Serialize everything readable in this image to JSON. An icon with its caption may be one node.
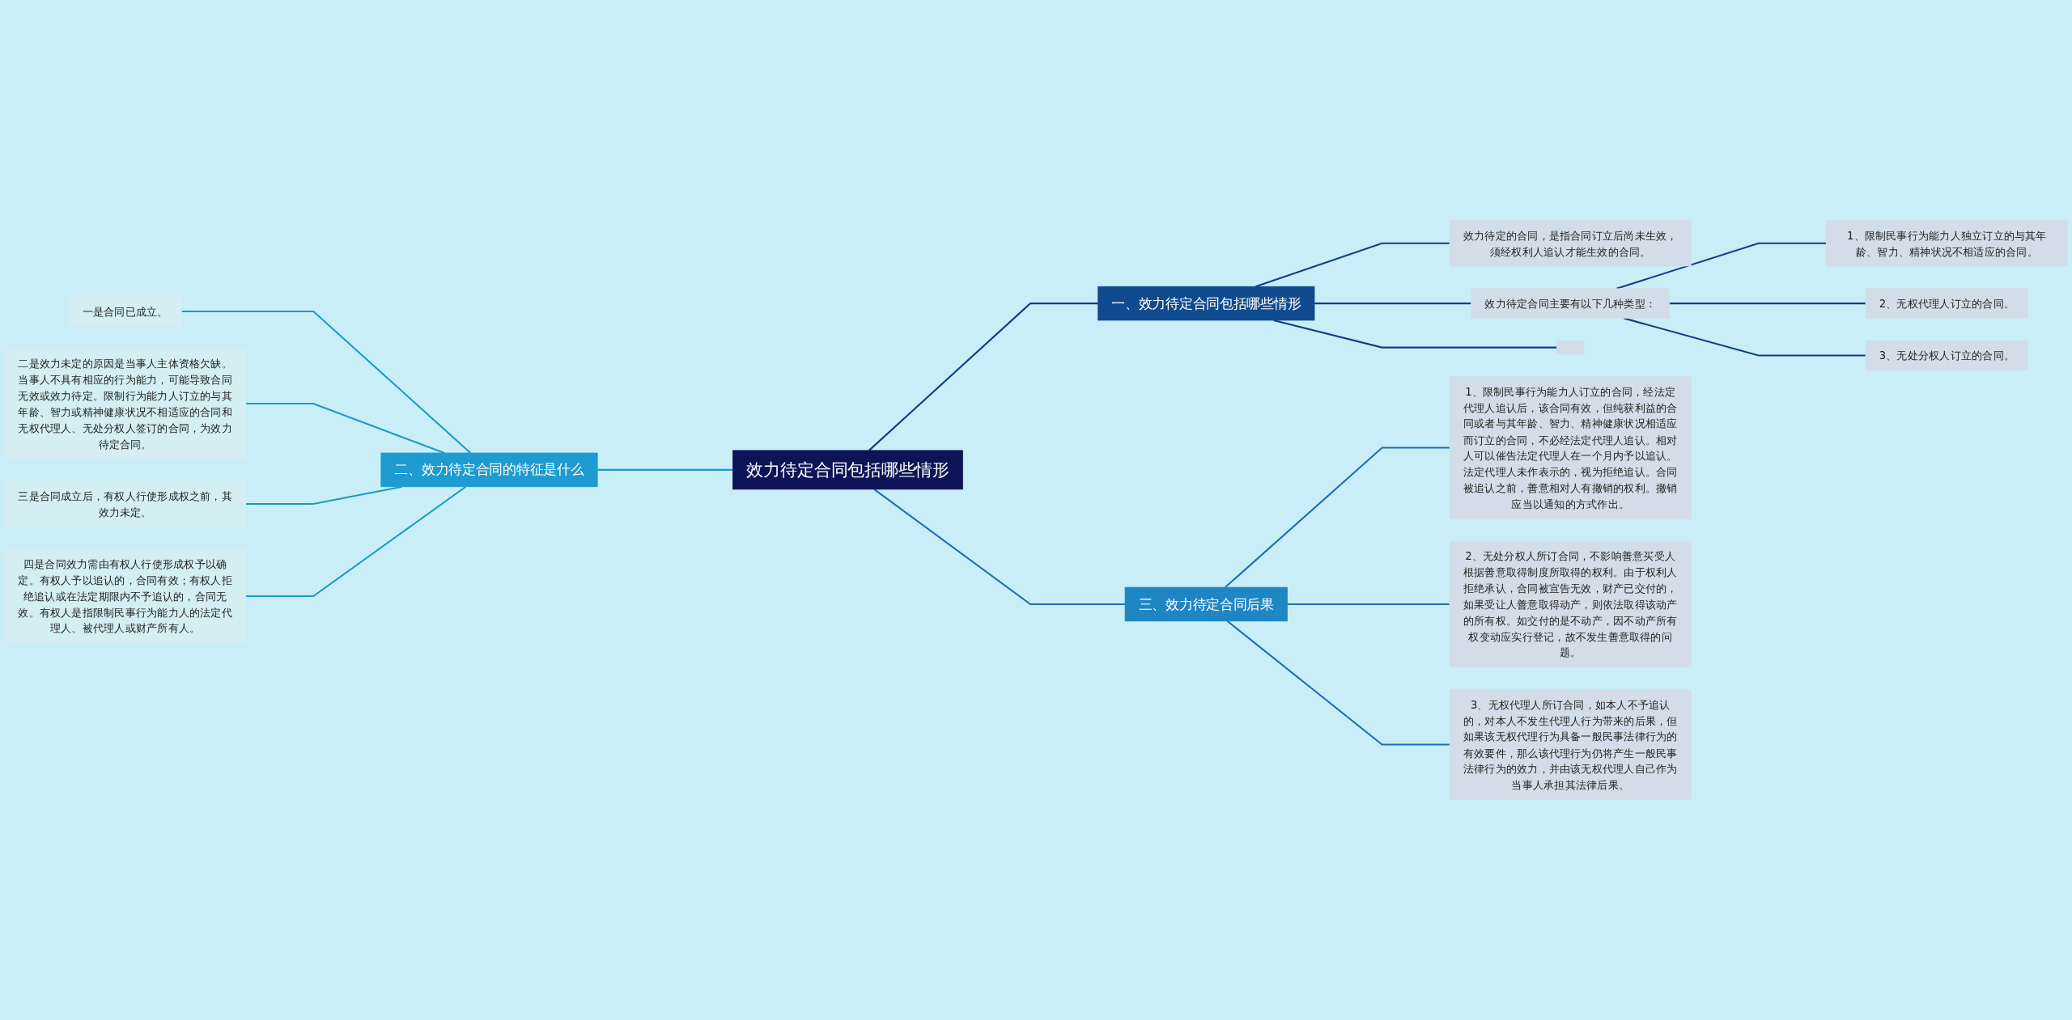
{
  "diagram": {
    "nodes": [
      {
        "text": [
          "效力待定合同包括哪些情形"
        ]
      },
      {
        "text": [
          "一、效力待定合同包括哪些情形"
        ]
      },
      {
        "text": [
          "效力待定的合同，是指合同订立后尚未生效，须经权利人追认才能生效的合同。"
        ]
      },
      {
        "text": [
          "效力待定合同主要有以下几种类型："
        ]
      },
      {
        "text": [
          "1、限制民事行为能力人独立订立的与其年龄、智力、精神状况不相适应的合同。"
        ]
      },
      {
        "text": [
          "2、无权代理人订立的合同。"
        ]
      },
      {
        "text": [
          "3、无处分权人订立的合同。"
        ]
      },
      {
        "text": [],
        "shape": "box"
      },
      {
        "text": [
          "二、效力待定合同的特征是什么"
        ]
      },
      {
        "text": [
          "一是合同已成立。"
        ]
      },
      {
        "text": [
          "二是效力未定的原因是当事人主体资格欠缺。当事人不具有相应的行为能力，可能导致合同无效或效力待定。限制行为能力人订立的与其年龄、智力或精神健康状况不相适应的合同和无权代理人、无处分权人签订的合同，为效力待定合同。"
        ]
      },
      {
        "text": [
          "三是合同成立后，有权人行使形成权之前，其效力未定。"
        ]
      },
      {
        "text": [
          "四是合同效力需由有权人行使形成权予以确定。有权人予以追认的，合同有效；有权人拒绝追认或在法定期限内不予追认的，合同无效。有权人是指限制民事行为能力人的法定代理人、被代理人或财产所有人。"
        ]
      },
      {
        "text": [
          "三、效力待定合同后果"
        ]
      },
      {
        "text": [
          "1、限制民事行为能力人订立的合同，经法定代理人追认后，该合同有效，但纯获利益的合同或者与其年龄、智力、精神健康状况相适应而订立的合同，不必经法定代理人追认。相对人可以催告法定代理人在一个月内予以追认。法定代理人未作表示的，视为拒绝追认。合同被追认之前，善意相对人有撤销的权利。撤销应当以通知的方式作出。"
        ]
      },
      {
        "text": [
          "2、无处分权人所订合同，不影响善意买受人根据善意取得制度所取得的权利。由于权利人拒绝承认，合同被宣告无效，财产已交付的，如果受让人善意取得动产，则依法取得该动产的所有权。如交付的是不动产，因不动产所有权变动应实行登记，故不发生善意取得的问题。"
        ]
      },
      {
        "text": [
          "3、无权代理人所订合同，如本人不予追认的，对本人不发生代理人行为带来的后果，但如果该无权代理行为具备一般民事法律行为的有效要件，那么该代理行为仍将产生一般民事法律行为的效力，并由该无权代理人自己作为当事人承担其法律后果。"
        ]
      }
    ],
    "edges": [
      {
        "from": 0,
        "to": 1,
        "arrow": "none"
      },
      {
        "from": 1,
        "to": 2,
        "arrow": "none"
      },
      {
        "from": 1,
        "to": 3,
        "arrow": "none"
      },
      {
        "from": 3,
        "to": 4,
        "arrow": "none"
      },
      {
        "from": 3,
        "to": 5,
        "arrow": "none"
      },
      {
        "from": 3,
        "to": 6,
        "arrow": "none"
      },
      {
        "from": 1,
        "to": 7,
        "arrow": "none"
      },
      {
        "from": 0,
        "to": 8,
        "arrow": "none",
        "color": "#1a9bc0"
      },
      {
        "from": 8,
        "to": 9,
        "arrow": "none",
        "color": "#1a9bc0"
      },
      {
        "from": 8,
        "to": 10,
        "arrow": "none",
        "color": "#1a9bc0"
      },
      {
        "from": 8,
        "to": 11,
        "arrow": "none",
        "color": "#1a9bc0"
      },
      {
        "from": 8,
        "to": 12,
        "arrow": "none",
        "color": "#1a9bc0"
      },
      {
        "from": 0,
        "to": 13,
        "arrow": "none",
        "color": "#1f6fb0"
      },
      {
        "from": 13,
        "to": 14,
        "arrow": "none",
        "color": "#1f6fb0"
      },
      {
        "from": 13,
        "to": 15,
        "arrow": "none",
        "color": "#1f6fb0"
      },
      {
        "from": 13,
        "to": 16,
        "arrow": "none",
        "color": "#1f6fb0"
      }
    ]
  }
}
